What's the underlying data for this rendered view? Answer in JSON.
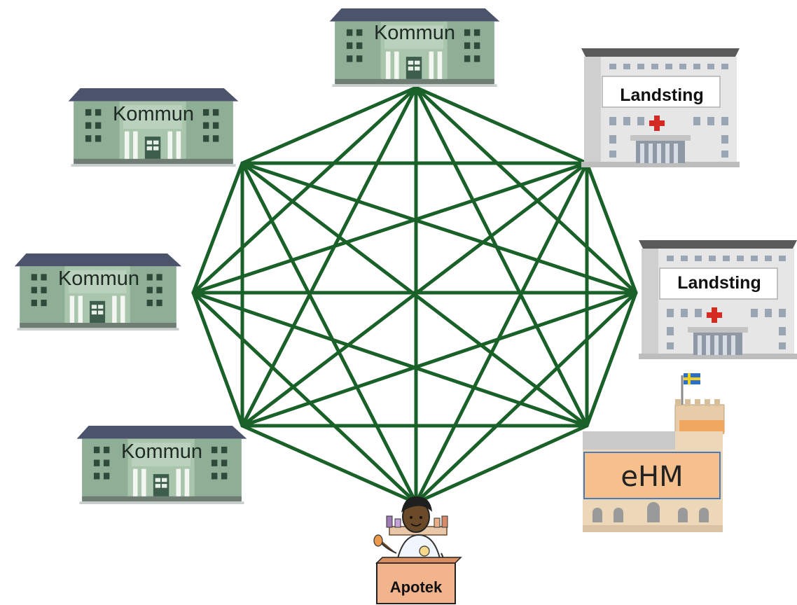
{
  "nodes": {
    "kommun_top": {
      "label": "Kommun"
    },
    "kommun_upper_left": {
      "label": "Kommun"
    },
    "kommun_mid_left": {
      "label": "Kommun"
    },
    "kommun_lower_left": {
      "label": "Kommun"
    },
    "landsting_upper_right": {
      "label": "Landsting"
    },
    "landsting_mid_right": {
      "label": "Landsting"
    },
    "ehm": {
      "label": "eHM"
    },
    "apotek": {
      "label": "Apotek"
    }
  },
  "network": {
    "type": "complete-graph",
    "vertex_count": 8,
    "line_color": "#1a6129"
  },
  "colors": {
    "kommun_wall": "#8eae96",
    "kommun_roof": "#4c546c",
    "landsting_wall": "#e6e6e6",
    "cross": "#d42a22",
    "ehm_facade": "#f5c08c",
    "ehm_border": "#4a7ab8",
    "apotek_counter": "#f2b48c"
  }
}
